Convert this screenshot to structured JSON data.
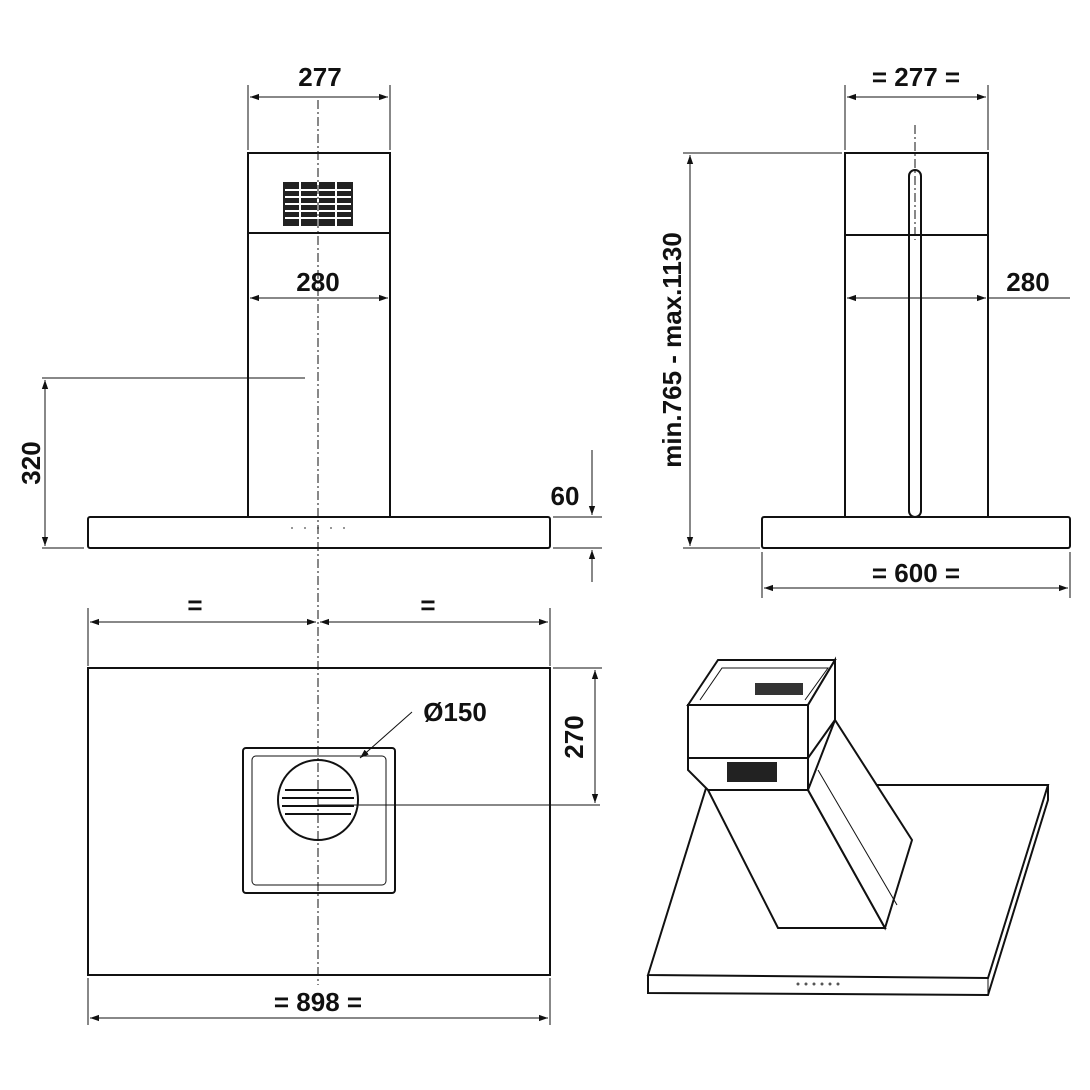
{
  "front_view": {
    "width_top": "277",
    "width_chimney": "280",
    "height_canopy_to_mark": "320",
    "canopy_thickness": "60"
  },
  "side_view": {
    "width_top": "= 277 =",
    "width_chimney": "280",
    "height_range": "min.765 - max.1130",
    "depth": "= 600 ="
  },
  "top_view": {
    "half_left": "=",
    "half_right": "=",
    "duct_diameter": "Ø150",
    "duct_offset": "270",
    "width": "= 898 ="
  },
  "colors": {
    "line": "#111111",
    "background": "#ffffff"
  }
}
